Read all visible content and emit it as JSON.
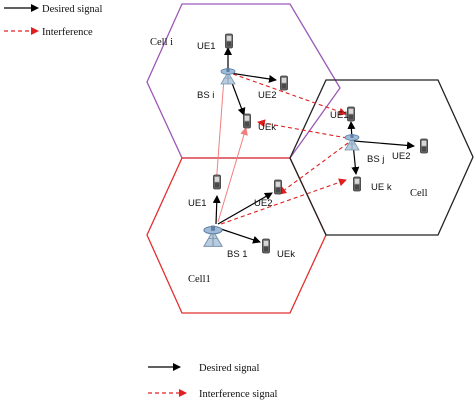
{
  "top_legend": {
    "desired": "Desired signal",
    "interference": "Interference"
  },
  "bottom_legend": {
    "desired": "Desired signal",
    "interference": "Interference signal"
  },
  "cells": {
    "cell_i": {
      "label": "Cell i",
      "color": "#9b59b6"
    },
    "cell_j": {
      "label": "Cell",
      "color": "#222222"
    },
    "cell_1": {
      "label": "Cell1",
      "color": "#e03030"
    }
  },
  "base_stations": {
    "bs_i": "BS i",
    "bs_j": "BS j",
    "bs_1": "BS 1"
  },
  "ues": {
    "ci_ue1": "UE1",
    "ci_ue2": "UE2",
    "ci_uek": "UEk",
    "cj_ue1": "UE1",
    "cj_ue2": "UE2",
    "cj_uek": "UE k",
    "c1_ue1": "UE1",
    "c1_ue2": "UE2",
    "c1_uek": "UEk"
  },
  "colors": {
    "desired": "#000000",
    "interference": "#e02020",
    "cell1_link": "#f08080"
  }
}
